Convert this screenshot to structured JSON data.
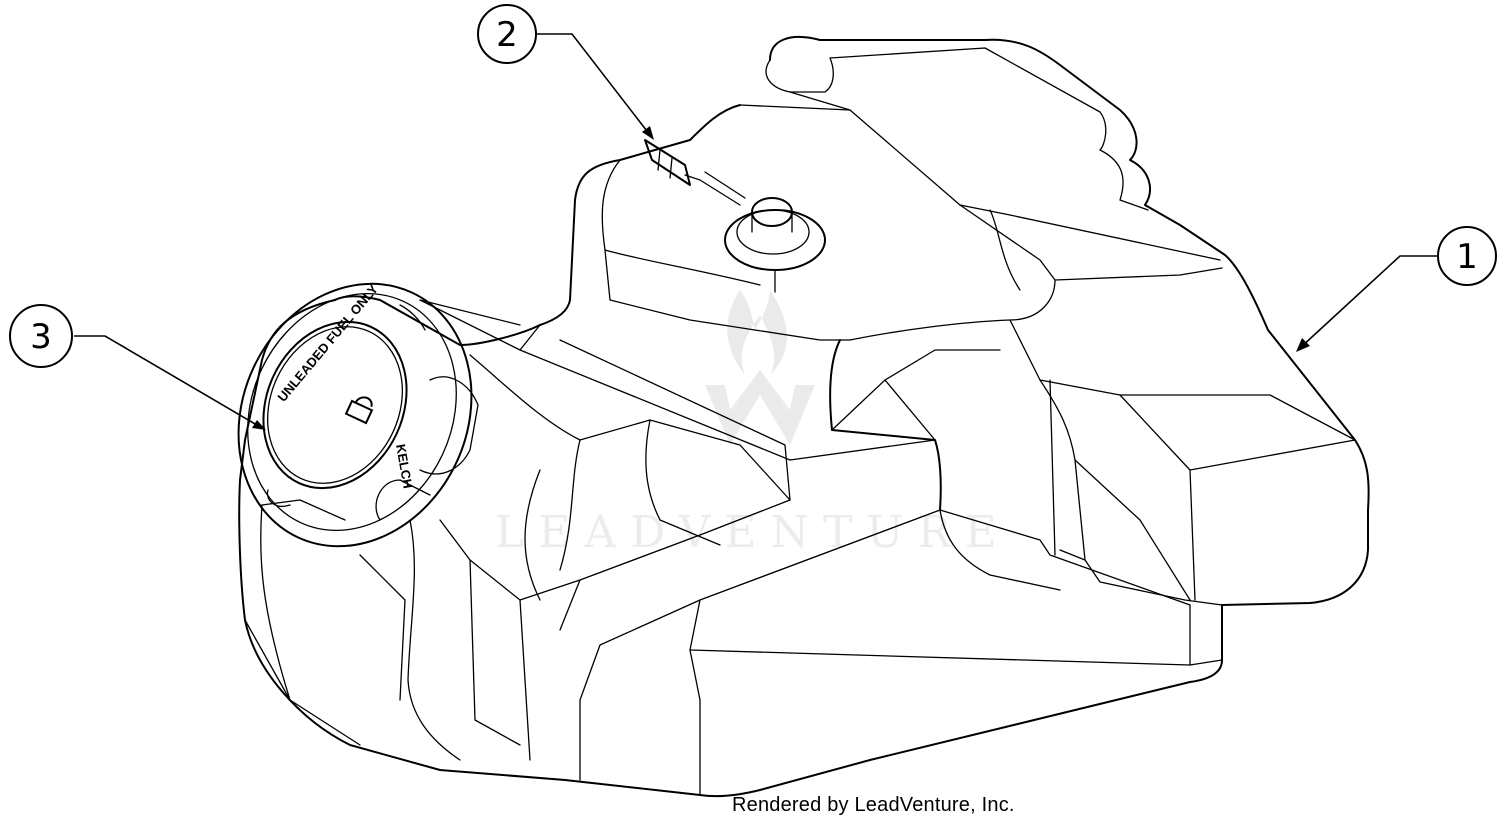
{
  "callouts": [
    {
      "number": "1"
    },
    {
      "number": "2"
    },
    {
      "number": "3"
    }
  ],
  "cap": {
    "text_top": "UNLEADED FUEL ONLY",
    "text_side": "KELCH"
  },
  "watermark": {
    "text": "LEADVENTURE"
  },
  "footer": {
    "text": "Rendered by LeadVenture, Inc."
  }
}
